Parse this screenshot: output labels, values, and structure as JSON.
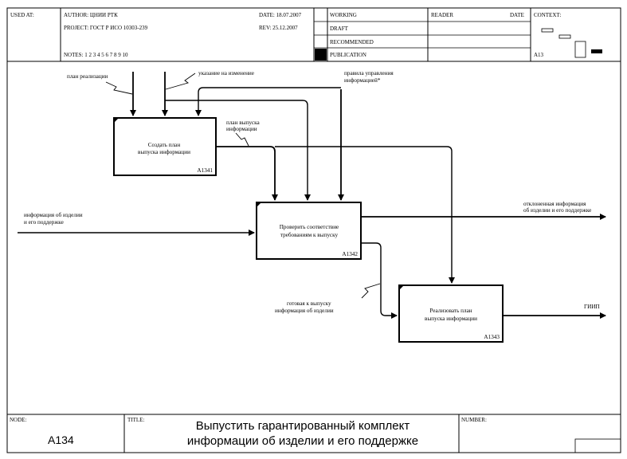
{
  "header": {
    "used_at": "USED AT:",
    "author": "AUTHOR: ЦНИИ РТК",
    "project": "PROJECT: ГОСТ Р ИСО 10303-239",
    "notes": "NOTES: 1 2 3 4 5 6 7 8 9 10",
    "date": "DATE: 18.07.2007",
    "rev": "REV: 25.12.2007",
    "working": "WORKING",
    "draft": "DRAFT",
    "recommended": "RECOMMENDED",
    "publication": "PUBLICATION",
    "reader": "READER",
    "reader_date": "DATE",
    "context": "CONTEXT:",
    "context_node": "A13"
  },
  "activities": [
    {
      "line1": "Создать план",
      "line2": "выпуска информации",
      "id": "A1341"
    },
    {
      "line1": "Проверить соответствие",
      "line2": "требованиям к выпуску",
      "id": "A1342"
    },
    {
      "line1": "Реализовать план",
      "line2": "выпуска информации",
      "id": "A1343"
    }
  ],
  "arrows": {
    "plan_realizacii": "план реализации",
    "ukazanie": "указание на изменение",
    "pravila_1": "правила управления",
    "pravila_2": "информацией*",
    "plan_vypuska_1": "план выпуска",
    "plan_vypuska_2": "информации",
    "info_in_1": "информация об изделии",
    "info_in_2": "и его поддержке",
    "otkl_1": "отклоненная информация",
    "otkl_2": "об изделии и его поддержке",
    "gotovaya_1": "готовая к выпуску",
    "gotovaya_2": "информация об изделии",
    "giip": "ГИИП"
  },
  "footer": {
    "node_label": "NODE:",
    "node_value": "A134",
    "title_label": "TITLE:",
    "title_line1": "Выпустить гарантированный комплект",
    "title_line2": "информации об  изделии и его поддержке",
    "number_label": "NUMBER:"
  }
}
